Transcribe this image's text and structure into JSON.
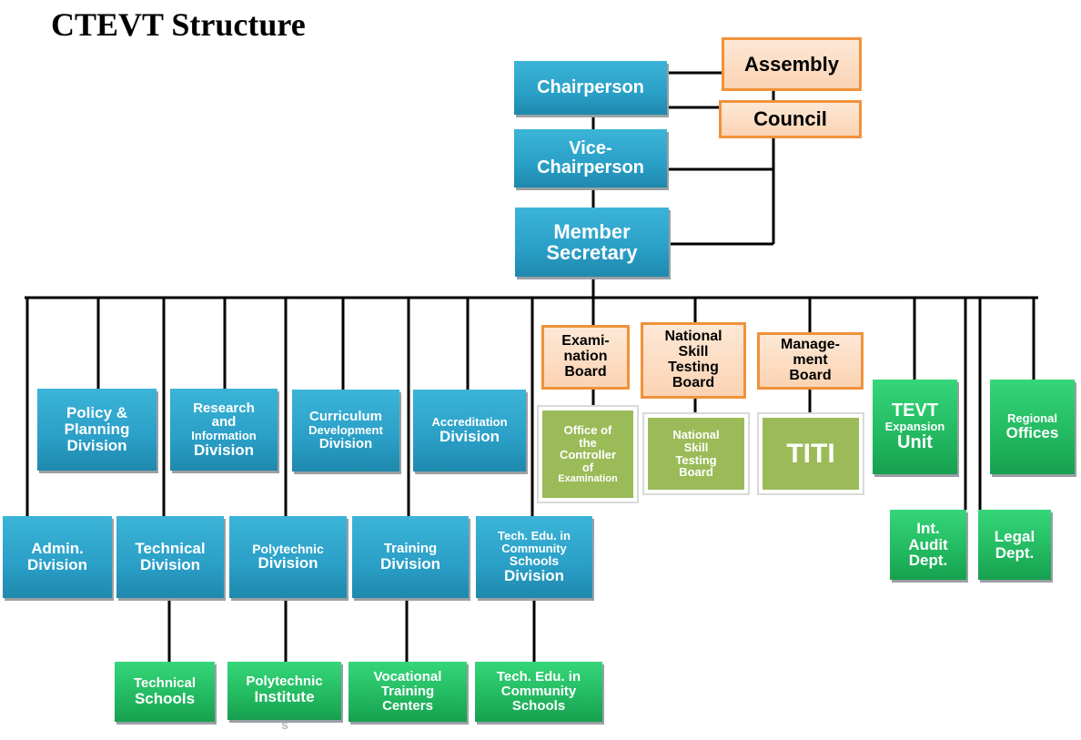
{
  "title": "CTEVT Structure",
  "top": {
    "chair": "Chairperson",
    "vice": [
      "Vice-",
      "Chairperson"
    ],
    "member": [
      "Member",
      "Secretary"
    ],
    "assembly": "Assembly",
    "council": "Council"
  },
  "upper": {
    "policy": [
      "Policy &",
      "Planning",
      "Division"
    ],
    "research": [
      "Research",
      "and",
      "Information",
      "Division"
    ],
    "curriculum": [
      "Curriculum",
      "Development",
      "Division"
    ],
    "accreditation": [
      "Accreditation",
      "Division"
    ]
  },
  "boards": {
    "exam": [
      "Exami-",
      "nation",
      "Board"
    ],
    "nstb": [
      "National",
      "Skill",
      "Testing",
      "Board"
    ],
    "mgmt": [
      "Manage-",
      "ment",
      "Board"
    ],
    "office": [
      "Office  of",
      "the",
      "Controller",
      "of",
      "Examination"
    ],
    "nstb_office": [
      "National",
      "Skill",
      "Testing",
      "Board"
    ],
    "titi": "TITI"
  },
  "right": {
    "tevt": [
      "TEVT",
      "Expansion",
      "Unit"
    ],
    "regional": [
      "Regional",
      "Offices"
    ],
    "audit": [
      "Int.",
      "Audit",
      "Dept."
    ],
    "legal": [
      "Legal",
      "Dept."
    ]
  },
  "lower": {
    "admin": [
      "Admin.",
      "Division"
    ],
    "technical": [
      "Technical",
      "Division"
    ],
    "polytechnic": [
      "Polytechnic",
      "Division"
    ],
    "training": [
      "Training",
      "Division"
    ],
    "community": [
      "Tech.  Edu.  in",
      "Community",
      "Schools",
      "Division"
    ]
  },
  "bottom": {
    "tech_schools": [
      "Technical",
      "Schools"
    ],
    "poly_inst": [
      "Polytechnic",
      "Institute",
      "s"
    ],
    "vtc": [
      "Vocational",
      "Training",
      "Centers"
    ],
    "cs": [
      "Tech.  Edu.  in",
      "Community",
      "Schools"
    ]
  }
}
